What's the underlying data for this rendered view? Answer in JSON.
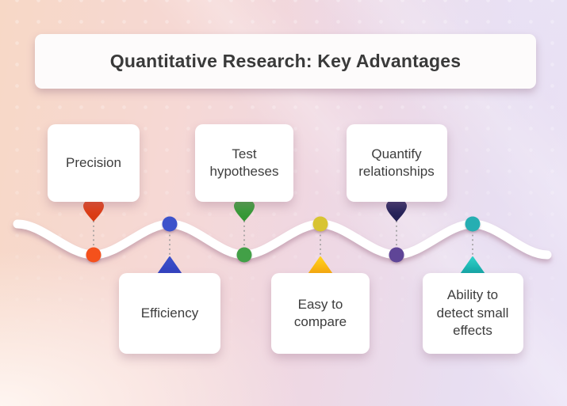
{
  "title": {
    "text": "Quantitative Research: Key Advantages"
  },
  "diagram": {
    "type": "timeline-wave",
    "items": [
      {
        "label": "Precision",
        "row": "top",
        "marker": "pin-down-icon",
        "marker_color": "#E8431C",
        "marker_color2": "#D63A12",
        "dot_color": "#F4511E"
      },
      {
        "label": "Efficiency",
        "row": "bottom",
        "marker": "triangle-up-icon",
        "marker_color": "#3B50C9",
        "marker_color2": "#2F3FBE",
        "dot_color": "#3D52CB"
      },
      {
        "label": "Test hypotheses",
        "row": "top",
        "marker": "pin-down-icon",
        "marker_color": "#3EA63E",
        "marker_color2": "#339433",
        "dot_color": "#43A047"
      },
      {
        "label": "Easy to compare",
        "row": "bottom",
        "marker": "triangle-up-icon",
        "marker_color": "#FFD21C",
        "marker_color2": "#F5A30B",
        "dot_color": "#D8C430"
      },
      {
        "label": "Quantify relationships",
        "row": "top",
        "marker": "pin-down-icon",
        "marker_color": "#2C2966",
        "marker_color2": "#221F52",
        "dot_color": "#5E4497"
      },
      {
        "label": "Ability to detect small effects",
        "row": "bottom",
        "marker": "triangle-up-icon",
        "marker_color": "#2FD0C8",
        "marker_color2": "#0E9FA0",
        "dot_color": "#26AEB2"
      }
    ],
    "wave_color": "#FFFFFF",
    "connector_color": "#979797"
  },
  "colors": {
    "card_bg": "#FFFFFF",
    "text": "#3D3D3D",
    "title_text": "#3A3A3A",
    "bg_left": "#F7D8C6",
    "bg_right": "#EBE3F6"
  }
}
